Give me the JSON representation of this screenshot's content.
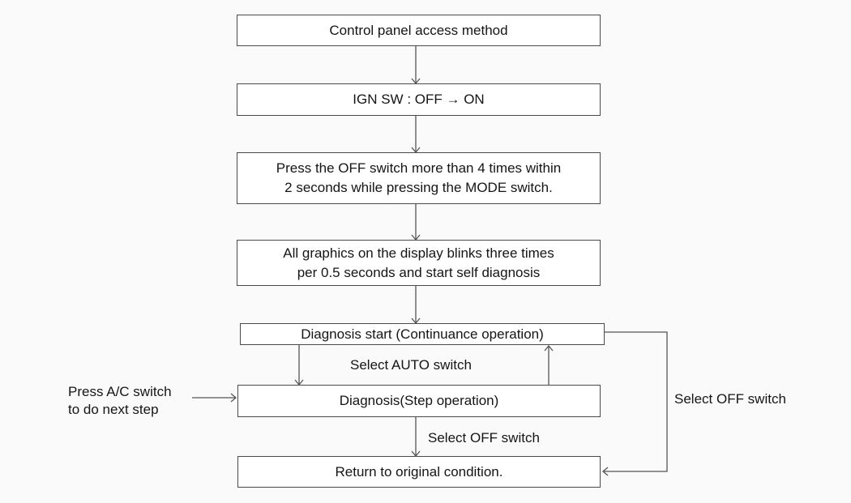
{
  "diagram": {
    "type": "flowchart",
    "nodes": {
      "control_panel_access": {
        "lines": [
          "Control panel access method"
        ]
      },
      "ign_sw": {
        "lines": [
          "IGN SW : OFF → ON"
        ]
      },
      "press_off_switch": {
        "lines": [
          "Press the OFF switch more than 4 times within",
          "2 seconds while pressing the MODE switch."
        ]
      },
      "graphics_blink": {
        "lines": [
          "All graphics on the display blinks three times",
          "per 0.5 seconds and start self diagnosis"
        ]
      },
      "diagnosis_start": {
        "lines": [
          "Diagnosis start (Continuance operation)"
        ]
      },
      "diagnosis_step": {
        "lines": [
          "Diagnosis(Step operation)"
        ]
      },
      "return_original": {
        "lines": [
          "Return to original condition."
        ]
      }
    },
    "labels": {
      "select_auto": "Select AUTO switch",
      "select_off_down": "Select OFF switch",
      "select_off_loop": "Select OFF switch",
      "press_ac": {
        "lines": [
          "Press A/C switch",
          "to do next step"
        ]
      }
    },
    "colors": {
      "background": "#fafafa",
      "box_fill": "#ffffff",
      "box_border": "#4a4a4a",
      "line": "#555555",
      "text": "#151515"
    }
  }
}
